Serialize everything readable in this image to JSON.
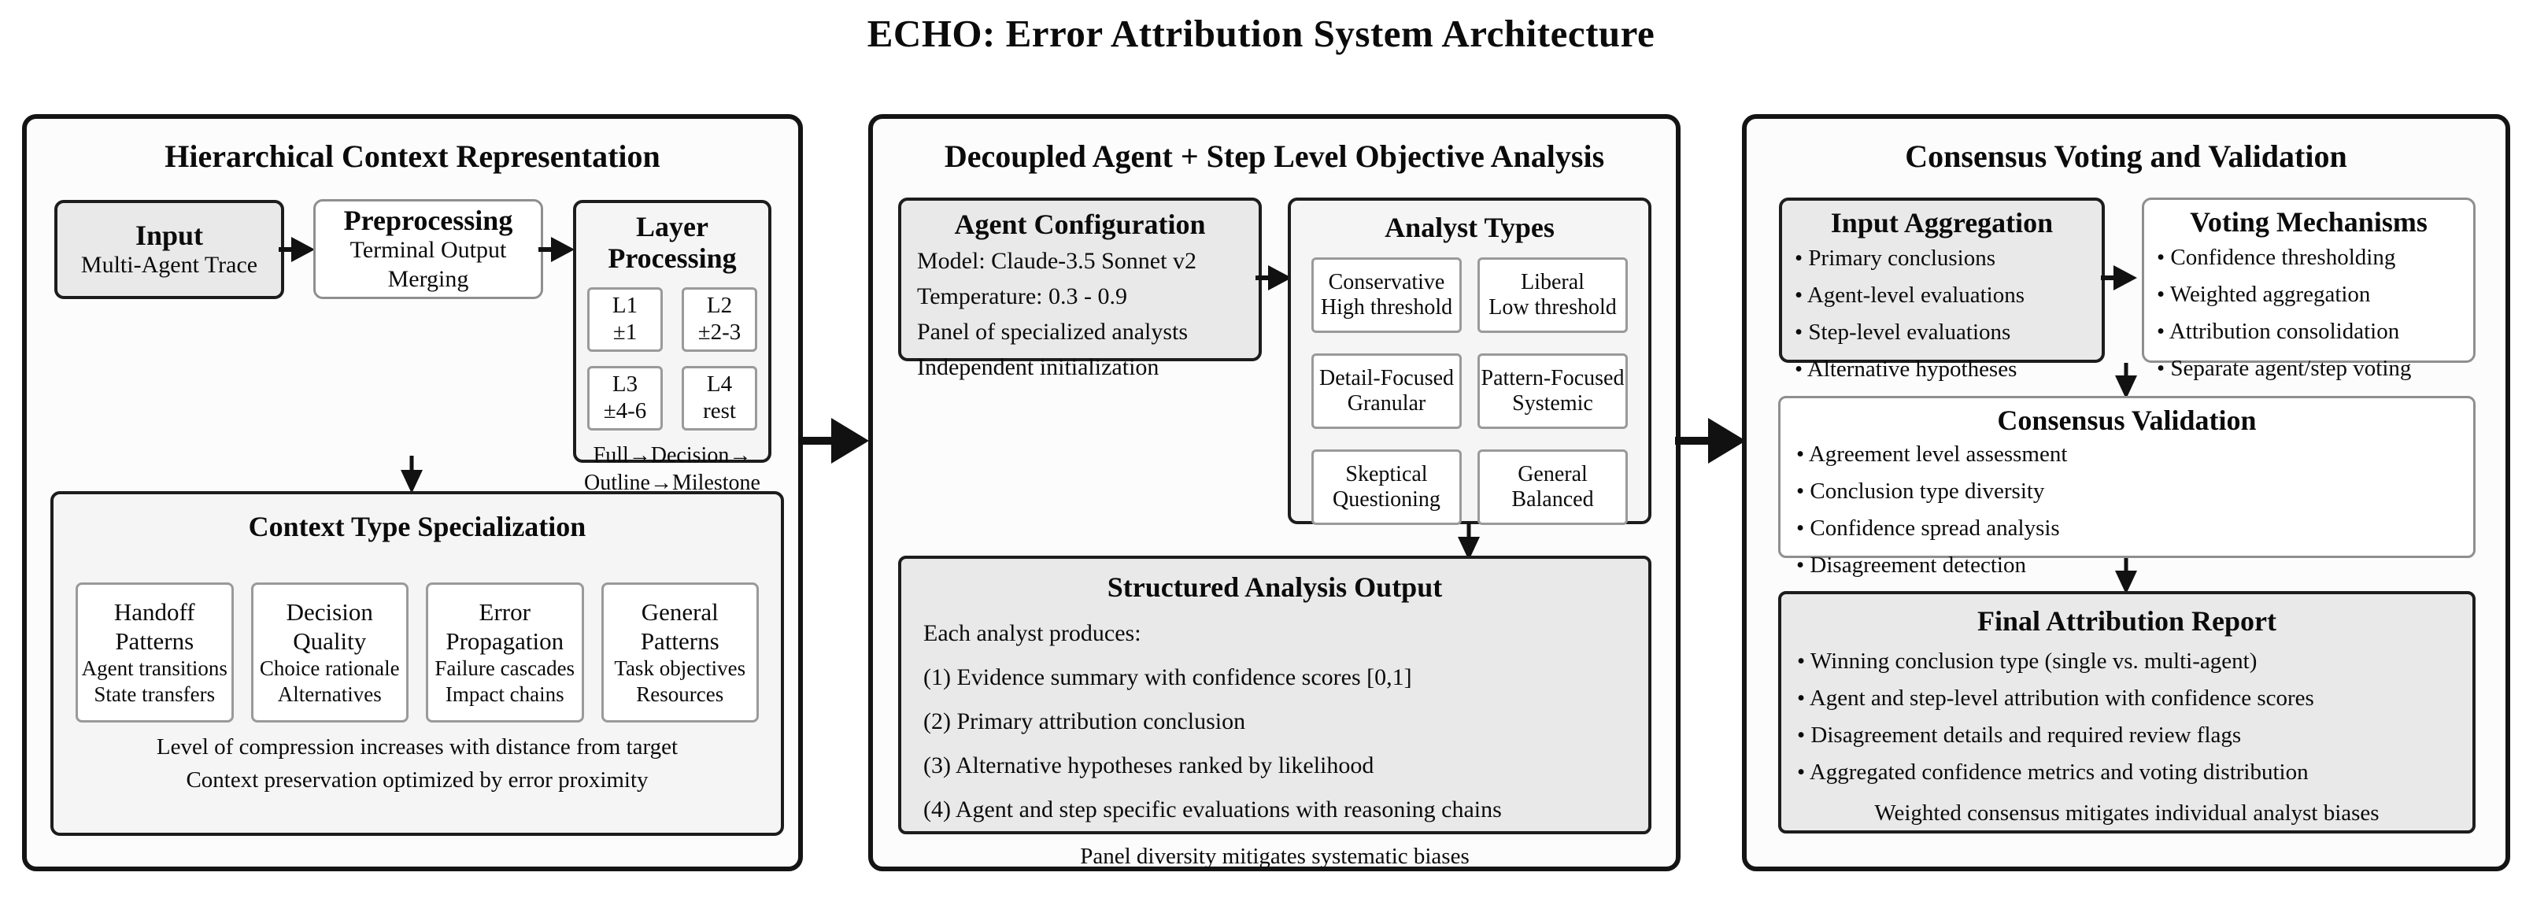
{
  "title": "ECHO: Error Attribution System Architecture",
  "colors": {
    "canvas_bg": "#ffffff",
    "panel_bg": "#fcfcfc",
    "gray_box_fill": "#e9e9e9",
    "light_box_fill": "#f5f5f5",
    "white_box_fill": "#ffffff",
    "dark_border": "#1d1d1d",
    "gray_border": "#8f8f8f",
    "arrow": "#111111"
  },
  "panels": {
    "hierarchical": {
      "title": "Hierarchical Context Representation",
      "input": {
        "title": "Input",
        "subtitle": "Multi-Agent Trace"
      },
      "preprocessing": {
        "title": "Preprocessing",
        "line1": "Terminal Output",
        "line2": "Merging"
      },
      "layer_processing": {
        "title_line1": "Layer",
        "title_line2": "Processing",
        "cells": [
          {
            "label": "L1",
            "range": "±1"
          },
          {
            "label": "L2",
            "range": "±2-3"
          },
          {
            "label": "L3",
            "range": "±4-6"
          },
          {
            "label": "L4",
            "range": "rest"
          }
        ],
        "flow_line1": "Full→Decision→",
        "flow_line2": "Outline→Milestone"
      },
      "context_spec": {
        "title": "Context Type Specialization",
        "boxes": [
          {
            "t1": "Handoff",
            "t2": "Patterns",
            "d1": "Agent transitions",
            "d2": "State transfers"
          },
          {
            "t1": "Decision",
            "t2": "Quality",
            "d1": "Choice rationale",
            "d2": "Alternatives"
          },
          {
            "t1": "Error",
            "t2": "Propagation",
            "d1": "Failure cascades",
            "d2": "Impact chains"
          },
          {
            "t1": "General",
            "t2": "Patterns",
            "d1": "Task objectives",
            "d2": "Resources"
          }
        ],
        "note1": "Level of compression increases with distance from target",
        "note2": "Context preservation optimized by error proximity"
      }
    },
    "decoupled": {
      "title": "Decoupled Agent + Step Level Objective Analysis",
      "agent_config": {
        "title": "Agent Configuration",
        "lines": [
          "Model: Claude-3.5 Sonnet v2",
          "Temperature: 0.3 - 0.9",
          "Panel of specialized analysts",
          "Independent initialization"
        ]
      },
      "analyst_types": {
        "title": "Analyst Types",
        "boxes": [
          {
            "l1": "Conservative",
            "l2": "High threshold"
          },
          {
            "l1": "Liberal",
            "l2": "Low threshold"
          },
          {
            "l1": "Detail-Focused",
            "l2": "Granular"
          },
          {
            "l1": "Pattern-Focused",
            "l2": "Systemic"
          },
          {
            "l1": "Skeptical",
            "l2": "Questioning"
          },
          {
            "l1": "General",
            "l2": "Balanced"
          }
        ]
      },
      "structured_output": {
        "title": "Structured Analysis Output",
        "intro": "Each analyst produces:",
        "items": [
          "(1) Evidence summary with confidence scores [0,1]",
          "(2) Primary attribution conclusion",
          "(3) Alternative hypotheses ranked by likelihood",
          "(4) Agent and step specific evaluations with reasoning chains"
        ],
        "note": "Panel diversity mitigates systematic biases"
      }
    },
    "consensus": {
      "title": "Consensus Voting and Validation",
      "input_aggregation": {
        "title": "Input Aggregation",
        "items": [
          "Primary conclusions",
          "Agent-level evaluations",
          "Step-level evaluations",
          "Alternative hypotheses"
        ]
      },
      "voting_mechanisms": {
        "title": "Voting Mechanisms",
        "items": [
          "Confidence thresholding",
          "Weighted aggregation",
          "Attribution consolidation",
          "Separate agent/step voting"
        ]
      },
      "consensus_validation": {
        "title": "Consensus Validation",
        "items": [
          "Agreement level assessment",
          "Conclusion type diversity",
          "Confidence spread analysis",
          "Disagreement detection"
        ]
      },
      "final_report": {
        "title": "Final Attribution Report",
        "items": [
          "Winning conclusion type (single vs. multi-agent)",
          "Agent and step-level attribution with confidence scores",
          "Disagreement details and required review flags",
          "Aggregated confidence metrics and voting distribution"
        ],
        "note": "Weighted consensus mitigates individual analyst biases"
      }
    }
  }
}
